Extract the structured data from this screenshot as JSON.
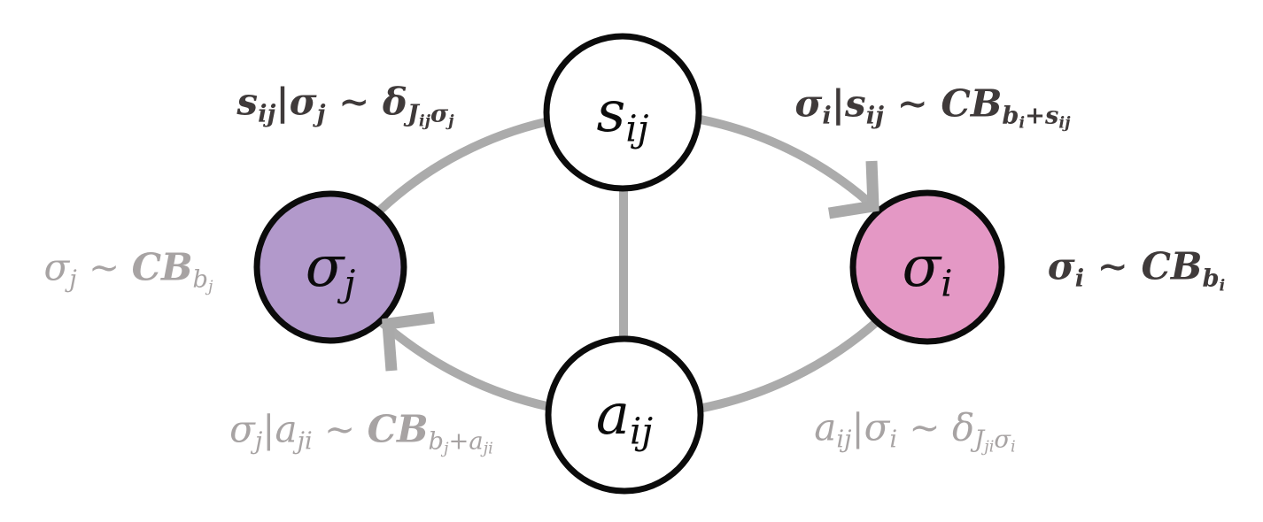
{
  "figure": {
    "background": "#ffffff",
    "colors": {
      "background": "#ffffff",
      "edge_gray": "#ababab",
      "arrow_gray": "#a9a9a9",
      "dark_label": "#3f3a3a",
      "light_label": "#a7a3a3",
      "node_border": "#0b0b0b",
      "node_sigma_j_fill": "#b299cb",
      "node_sigma_i_fill": "#e498c5",
      "node_white_fill": "#ffffff"
    },
    "nodes": {
      "s": {
        "math": "s_{ij}",
        "fill": "#ffffff"
      },
      "sigma_j": {
        "math": "σ_{j}",
        "fill": "#b299cb"
      },
      "sigma_i": {
        "math": "σ_{i}",
        "fill": "#e498c5"
      },
      "a": {
        "math": "a_{ij}",
        "fill": "#ffffff"
      }
    },
    "edge_labels": {
      "s_given_sigma_j": {
        "math": "s_{ij}|σ_{j} ∼ δ_{J_{ij}σ_{j}}",
        "tone": "dark"
      },
      "sigma_i_given_s": {
        "math": "σ_{i}|s_{ij} ∼ \\C{CB}_{b_{i}+s_{ij}}",
        "tone": "dark"
      },
      "sigma_j_prior": {
        "math": "σ_{j} ∼ \\C{CB}_{b_{j}}",
        "tone": "light"
      },
      "sigma_i_prior": {
        "math": "σ_{i} ∼ \\C{CB}_{b_{i}}",
        "tone": "dark"
      },
      "sigma_j_given_a_ji": {
        "math": "σ_{j}|a_{ji} ∼ \\C{CB}_{b_{j}+a_{ji}}",
        "tone": "light"
      },
      "a_ij_given_sigma_i": {
        "math": "a_{ij}|σ_{i} ∼ δ_{J_{ji}σ_{i}}",
        "tone": "light"
      }
    },
    "edges": [
      {
        "from": "sigma_j",
        "to": "s",
        "arrow": false
      },
      {
        "from": "s",
        "to": "sigma_i",
        "arrow": true
      },
      {
        "from": "sigma_i",
        "to": "a",
        "arrow": false
      },
      {
        "from": "a",
        "to": "sigma_j",
        "arrow": true
      },
      {
        "from": "s",
        "to": "a",
        "arrow": false
      }
    ]
  }
}
